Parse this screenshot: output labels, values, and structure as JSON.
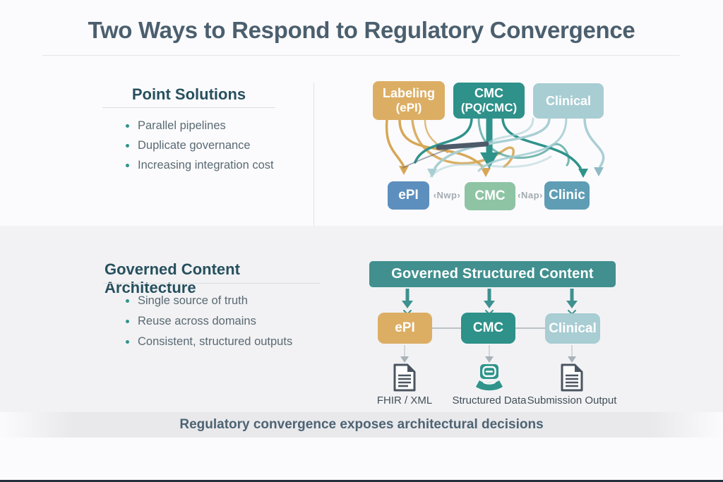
{
  "title": "Two Ways to Respond to Regulatory Convergence",
  "footer": "Regulatory convergence exposes architectural decisions",
  "point_solutions": {
    "heading": "Point Solutions",
    "bullets": [
      "Parallel pipelines",
      "Duplicate governance",
      "Increasing integration cost"
    ],
    "diagram": {
      "sources": [
        {
          "title": "Labeling",
          "subtitle": "(ePI)",
          "color": "#dcae64"
        },
        {
          "title": "CMC",
          "subtitle": "(PQ/CMC)",
          "color": "#2e918a"
        },
        {
          "title": "Clinical",
          "subtitle": "",
          "color": "#a8cdd3"
        }
      ],
      "targets": [
        {
          "label": "ePI",
          "color": "#5d8fbe"
        },
        {
          "label": "CMC",
          "color": "#8ec4a4"
        },
        {
          "label": "Clinic",
          "color": "#5f9db5"
        }
      ],
      "link_labels": [
        "‹Nwp›",
        "‹Nap›"
      ]
    }
  },
  "governed_architecture": {
    "heading": "Governed Content Architecture",
    "bullets": [
      "Single source of truth",
      "Reuse across domains",
      "Consistent, structured outputs"
    ],
    "diagram": {
      "banner": {
        "label": "Governed Structured Content",
        "color": "#41908f"
      },
      "nodes": [
        {
          "label": "ePI",
          "color": "#dcae64"
        },
        {
          "label": "CMC",
          "color": "#2e918a"
        },
        {
          "label": "Clinical",
          "color": "#a8cdd3"
        }
      ],
      "outputs": [
        {
          "label": "FHIR / XML",
          "icon": "document-icon"
        },
        {
          "label": "Structured Data",
          "icon": "structured-data-icon"
        },
        {
          "label": "Submission Output",
          "icon": "document-icon"
        }
      ]
    }
  },
  "colors": {
    "title_text": "#4b5f6e",
    "heading_text": "#27505e",
    "body_text": "#5a6a73",
    "bullet_dot": "#2f948b",
    "gold": "#dcae64",
    "teal": "#2e918a",
    "light_teal": "#a8cdd3",
    "blue": "#5d8fbe",
    "green": "#8ec4a4",
    "steel_blue": "#5f9db5",
    "banner_teal": "#41908f",
    "icon_dark": "#4a5560",
    "link_label_gray": "#a2abb1",
    "section_bg": "#f2f2f4",
    "footer_text": "#4d6373"
  }
}
